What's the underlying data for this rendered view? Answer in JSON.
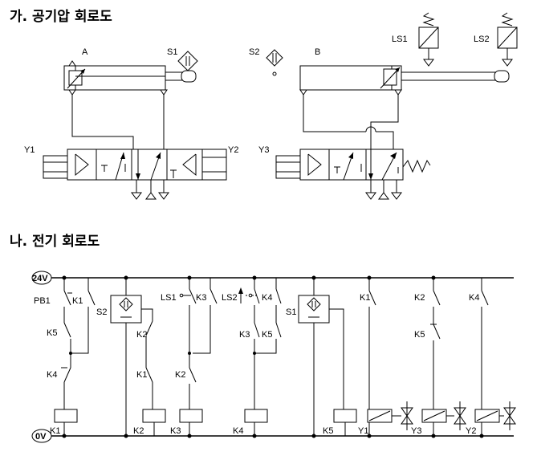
{
  "sections": {
    "pneumatic_title": "가. 공기압 회로도",
    "electric_title": "나. 전기 회로도"
  },
  "pneumatic": {
    "cylinder_a": "A",
    "cylinder_b": "B",
    "sensor_s1": "S1",
    "sensor_s2": "S2",
    "limit_ls1": "LS1",
    "limit_ls2": "LS2",
    "valve_y1": "Y1",
    "valve_y2": "Y2",
    "valve_y3": "Y3"
  },
  "electric": {
    "supply_top": "24V",
    "supply_bottom": "0V",
    "pb1": "PB1",
    "k1": "K1",
    "k2": "K2",
    "k3": "K3",
    "k4": "K4",
    "k5": "K5",
    "s1": "S1",
    "s2": "S2",
    "ls1": "LS1",
    "ls2": "LS2",
    "y1": "Y1",
    "y2": "Y2",
    "y3": "Y3"
  }
}
